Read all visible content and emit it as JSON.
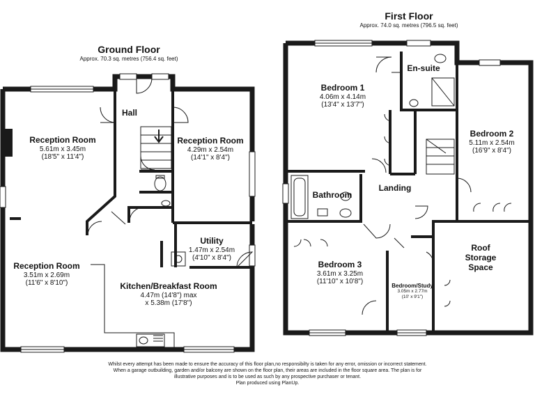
{
  "ground_floor": {
    "title": "Ground Floor",
    "area": "Approx. 70.3 sq. metres (756.4 sq. feet)",
    "rooms": {
      "hall": {
        "name": "Hall"
      },
      "reception1": {
        "name": "Reception Room",
        "dims": "5.61m x 3.45m",
        "imperial": "(18'5\" x 11'4\")"
      },
      "reception2": {
        "name": "Reception Room",
        "dims": "4.29m x 2.54m",
        "imperial": "(14'1\" x 8'4\")"
      },
      "reception3": {
        "name": "Reception Room",
        "dims": "3.51m x 2.69m",
        "imperial": "(11'6\" x 8'10\")"
      },
      "utility": {
        "name": "Utility",
        "dims": "1.47m x 2.54m",
        "imperial": "(4'10\" x 8'4\")"
      },
      "kitchen": {
        "name": "Kitchen/Breakfast Room",
        "dims": "4.47m (14'8\") max",
        "imperial": "x 5.38m (17'8\")"
      }
    }
  },
  "first_floor": {
    "title": "First Floor",
    "area": "Approx. 74.0 sq. metres (796.5 sq. feet)",
    "rooms": {
      "bedroom1": {
        "name": "Bedroom 1",
        "dims": "4.06m x 4.14m",
        "imperial": "(13'4\" x 13'7\")"
      },
      "ensuite": {
        "name": "En-suite"
      },
      "bedroom2": {
        "name": "Bedroom 2",
        "dims": "5.11m x 2.54m",
        "imperial": "(16'9\" x 8'4\")"
      },
      "bathroom": {
        "name": "Bathroom"
      },
      "landing": {
        "name": "Landing"
      },
      "roof": {
        "name_line1": "Roof",
        "name_line2": "Storage",
        "name_line3": "Space"
      },
      "bedroom3": {
        "name": "Bedroom 3",
        "dims": "3.61m x 3.25m",
        "imperial": "(11'10\" x 10'8\")"
      },
      "study": {
        "name": "Bedroom/Study",
        "dims": "3.05m x 2.77m",
        "imperial": "(10' x 9'1\")"
      }
    }
  },
  "disclaimer": {
    "line1": "Whilst every attempt has been made to ensure the accuracy of this floor plan,no responsibilty is taken for any error, omission or incorrect statement.",
    "line2": "When a garage outbuilding, garden and/or balcony are shown on the floor plan, their areas are included in the floor square area. The plan is for",
    "line3": "illustrative purposes and is to be used as such by any prospective purchaser or tenant.",
    "line4": "Plan produced using PlanUp."
  }
}
